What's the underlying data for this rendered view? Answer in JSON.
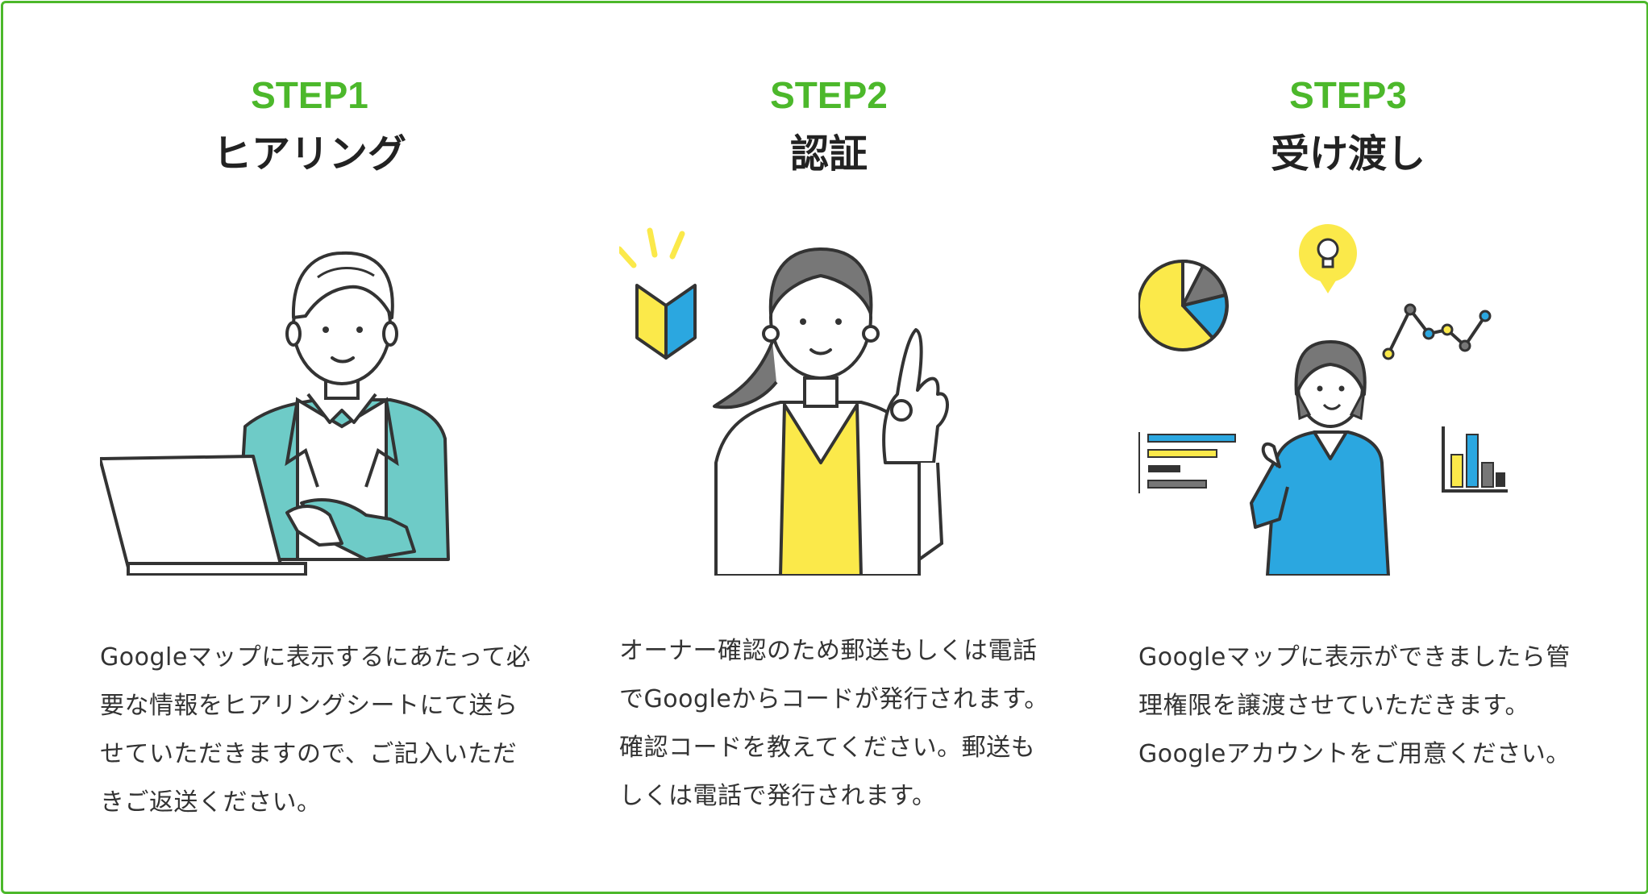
{
  "colors": {
    "accent": "#4cb82b",
    "text": "#333333",
    "title": "#222222",
    "teal": "#6ecbc7",
    "yellow": "#fbe94a",
    "blue": "#2ba7e0",
    "gray": "#777777"
  },
  "steps": [
    {
      "label": "STEP1",
      "title": "ヒアリング",
      "illustration": "person-laptop-illustration",
      "description": "Googleマップに表示するにあたって必要な情報をヒアリングシートにて送らせていただきますので、ご記入いただきご返送ください。"
    },
    {
      "label": "STEP2",
      "title": "認証",
      "illustration": "person-ok-sign-illustration",
      "description": "オーナー確認のため郵送もしくは電話でGoogleからコードが発行されます。確認コードを教えてください。郵送もしくは電話で発行されます。"
    },
    {
      "label": "STEP3",
      "title": "受け渡し",
      "illustration": "businesswoman-charts-illustration",
      "description": "Googleマップに表示ができましたら管理権限を譲渡させていただきます。Googleアカウントをご用意ください。"
    }
  ]
}
